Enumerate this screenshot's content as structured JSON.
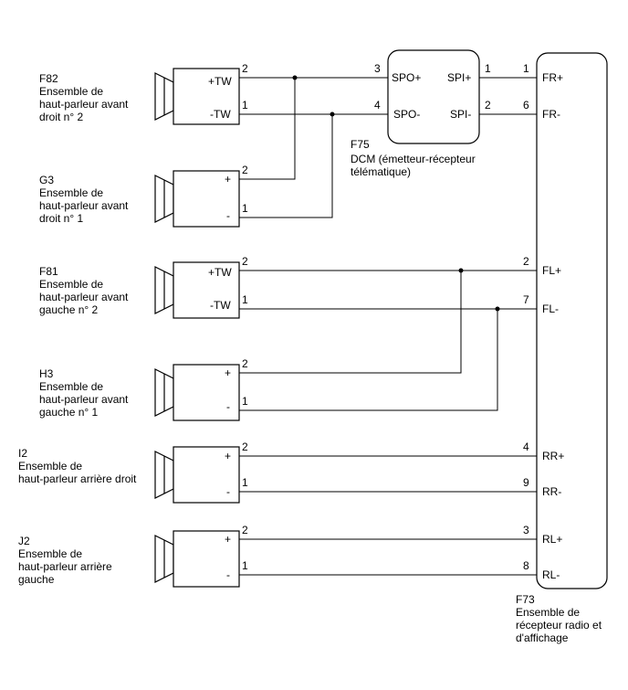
{
  "speakers": [
    {
      "code": "F82",
      "name_lines": [
        "Ensemble de",
        "haut-parleur avant",
        "droit n° 2"
      ],
      "plus_label": "+TW",
      "minus_label": "-TW",
      "plus_pin": "2",
      "minus_pin": "1"
    },
    {
      "code": "G3",
      "name_lines": [
        "Ensemble de",
        "haut-parleur avant",
        "droit n° 1"
      ],
      "plus_label": "+",
      "minus_label": "-",
      "plus_pin": "2",
      "minus_pin": "1"
    },
    {
      "code": "F81",
      "name_lines": [
        "Ensemble de",
        "haut-parleur avant",
        "gauche n° 2"
      ],
      "plus_label": "+TW",
      "minus_label": "-TW",
      "plus_pin": "2",
      "minus_pin": "1"
    },
    {
      "code": "H3",
      "name_lines": [
        "Ensemble de",
        "haut-parleur avant",
        "gauche n° 1"
      ],
      "plus_label": "+",
      "minus_label": "-",
      "plus_pin": "2",
      "minus_pin": "1"
    },
    {
      "code": "I2",
      "name_lines": [
        "Ensemble de",
        "haut-parleur arrière droit"
      ],
      "plus_label": "+",
      "minus_label": "-",
      "plus_pin": "2",
      "minus_pin": "1"
    },
    {
      "code": "J2",
      "name_lines": [
        "Ensemble de",
        "haut-parleur arrière",
        "gauche"
      ],
      "plus_label": "+",
      "minus_label": "-",
      "plus_pin": "2",
      "minus_pin": "1"
    }
  ],
  "dcm": {
    "code": "F75",
    "name_lines": [
      "DCM (émetteur-récepteur",
      "télématique)"
    ],
    "terminals": {
      "spo_plus": "SPO+",
      "spo_minus": "SPO-",
      "spi_plus": "SPI+",
      "spi_minus": "SPI-"
    },
    "pins": {
      "spo_plus": "3",
      "spo_minus": "4",
      "spi_plus": "1",
      "spi_minus": "2"
    }
  },
  "radio": {
    "code": "F73",
    "name_lines": [
      "Ensemble de",
      "récepteur radio et",
      "d'affichage"
    ],
    "terminals": [
      {
        "label": "FR+",
        "pin": "1"
      },
      {
        "label": "FR-",
        "pin": "6"
      },
      {
        "label": "FL+",
        "pin": "2"
      },
      {
        "label": "FL-",
        "pin": "7"
      },
      {
        "label": "RR+",
        "pin": "4"
      },
      {
        "label": "RR-",
        "pin": "9"
      },
      {
        "label": "RL+",
        "pin": "3"
      },
      {
        "label": "RL-",
        "pin": "8"
      }
    ]
  }
}
